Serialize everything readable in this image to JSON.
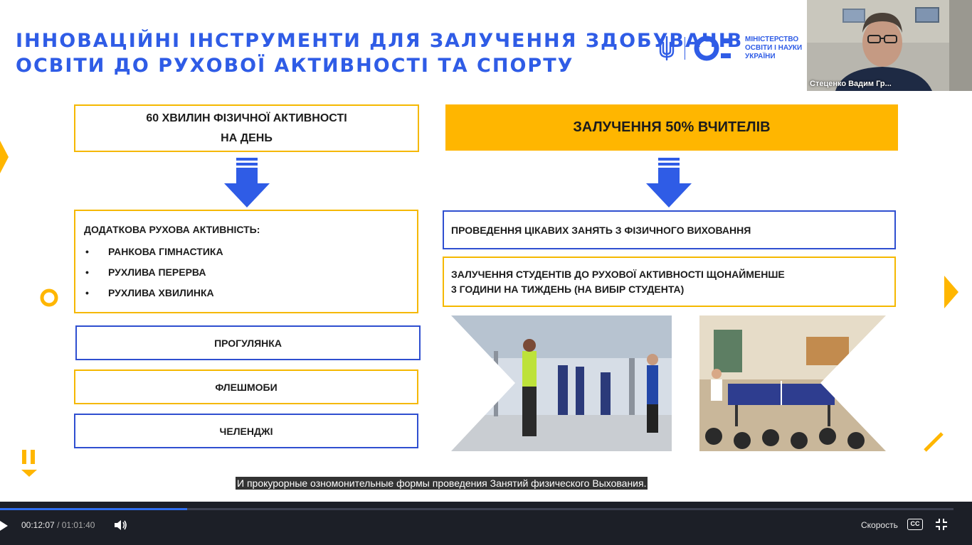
{
  "slide": {
    "title_line1": "ІННОВАЦІЙНІ ІНСТРУМЕНТИ ДЛЯ ЗАЛУЧЕННЯ ЗДОБУВАЧІВ",
    "title_line2": "ОСВІТИ ДО РУХОВОЇ АКТИВНОСТІ ТА СПОРТУ",
    "logo_text": [
      "МІНІСТЕРСТВО",
      "ОСВІТИ І НАУКИ",
      "УКРАЇНИ"
    ],
    "left": {
      "top_box_line1": "60 ХВИЛИН ФІЗИЧНОЇ АКТИВНОСТІ",
      "top_box_line2": "НА ДЕНЬ",
      "list_heading": "ДОДАТКОВА РУХОВА АКТИВНІСТЬ:",
      "list_bullet": "•",
      "list_items": [
        "РАНКОВА ГІМНАСТИКА",
        "РУХЛИВА ПЕРЕРВА",
        "РУХЛИВА ХВИЛИНКА"
      ],
      "box_walk": "ПРОГУЛЯНКА",
      "box_flashmob": "ФЛЕШМОБИ",
      "box_challenge": "ЧЕЛЕНДЖІ"
    },
    "right": {
      "top_box": "ЗАЛУЧЕННЯ 50% ВЧИТЕЛІВ",
      "box1": "ПРОВЕДЕННЯ ЦІКАВИХ ЗАНЯТЬ З ФІЗИЧНОГО ВИХОВАННЯ",
      "box2_line1": "ЗАЛУЧЕННЯ СТУДЕНТІВ ДО РУХОВОЇ АКТИВНОСТІ ЩОНАЙМЕНШЕ",
      "box2_line2": "3 ГОДИНИ НА ТИЖДЕНЬ (НА ВИБІР СТУДЕНТА)"
    },
    "colors": {
      "blue": "#2f5ce6",
      "yellow": "#ffb600",
      "border_blue": "#2f4fd0"
    }
  },
  "video_call": {
    "participant_name": "Стеценко Вадим Гр..."
  },
  "subtitle": "И прокурорные озномонительные формы проведения Занятий физического Выхования.",
  "player": {
    "current_time": "00:12:07",
    "separator": "/",
    "duration": "01:01:40",
    "progress": 0.196,
    "speed_label": "Скорость",
    "cc_label": "CC",
    "icons": [
      "play-icon",
      "volume-icon",
      "cc-icon",
      "exit-fullscreen-icon"
    ]
  }
}
